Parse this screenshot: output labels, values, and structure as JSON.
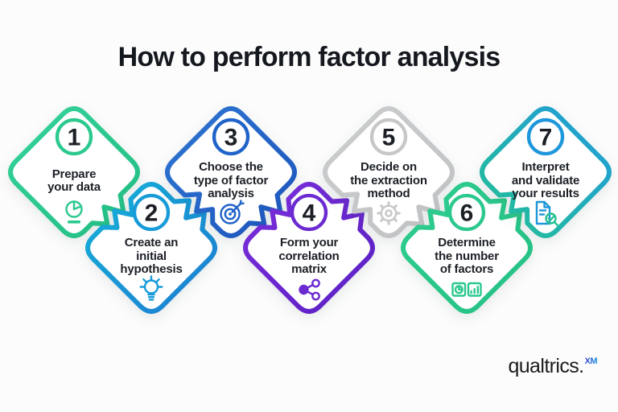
{
  "title": "How to perform factor analysis",
  "brand": {
    "wordmark": "qualtrics.",
    "suffix": "XM"
  },
  "steps": [
    {
      "number": "1",
      "lines": [
        "Prepare",
        "your data"
      ],
      "color": "#35D39A",
      "color2": "#22BD83",
      "ring": "#2BC98E",
      "icon": "pie-chart-report-icon"
    },
    {
      "number": "2",
      "lines": [
        "Create an",
        "initial",
        "hypothesis"
      ],
      "color": "#15B2D8",
      "color2": "#1D7BD2",
      "ring": "#179BD9",
      "icon": "lightbulb-icon"
    },
    {
      "number": "3",
      "lines": [
        "Choose the",
        "type of factor",
        "analysis"
      ],
      "color": "#2E77D4",
      "color2": "#1C54BB",
      "ring": "#2063C9",
      "icon": "target-dart-icon"
    },
    {
      "number": "4",
      "lines": [
        "Form your",
        "correlation",
        "matrix"
      ],
      "color": "#7B2EDC",
      "color2": "#5A21C2",
      "ring": "#6B2BD1",
      "icon": "network-nodes-icon"
    },
    {
      "number": "5",
      "lines": [
        "Decide on",
        "the extraction",
        "method"
      ],
      "color": "#CBCCCE",
      "color2": "#C1C2C4",
      "ring": "#C6C7C9",
      "icon": "gear-icon"
    },
    {
      "number": "6",
      "lines": [
        "Determine",
        "the number",
        "of factors"
      ],
      "color": "#2ECD90",
      "color2": "#26C184",
      "ring": "#2BC98E",
      "icon": "pie-and-bar-chart-icon"
    },
    {
      "number": "7",
      "lines": [
        "Interpret",
        "and validate",
        "your results"
      ],
      "color": "#219ADD",
      "color2": "#23C193",
      "ring": "#1F97DB",
      "icon": "document-check-icon"
    }
  ]
}
